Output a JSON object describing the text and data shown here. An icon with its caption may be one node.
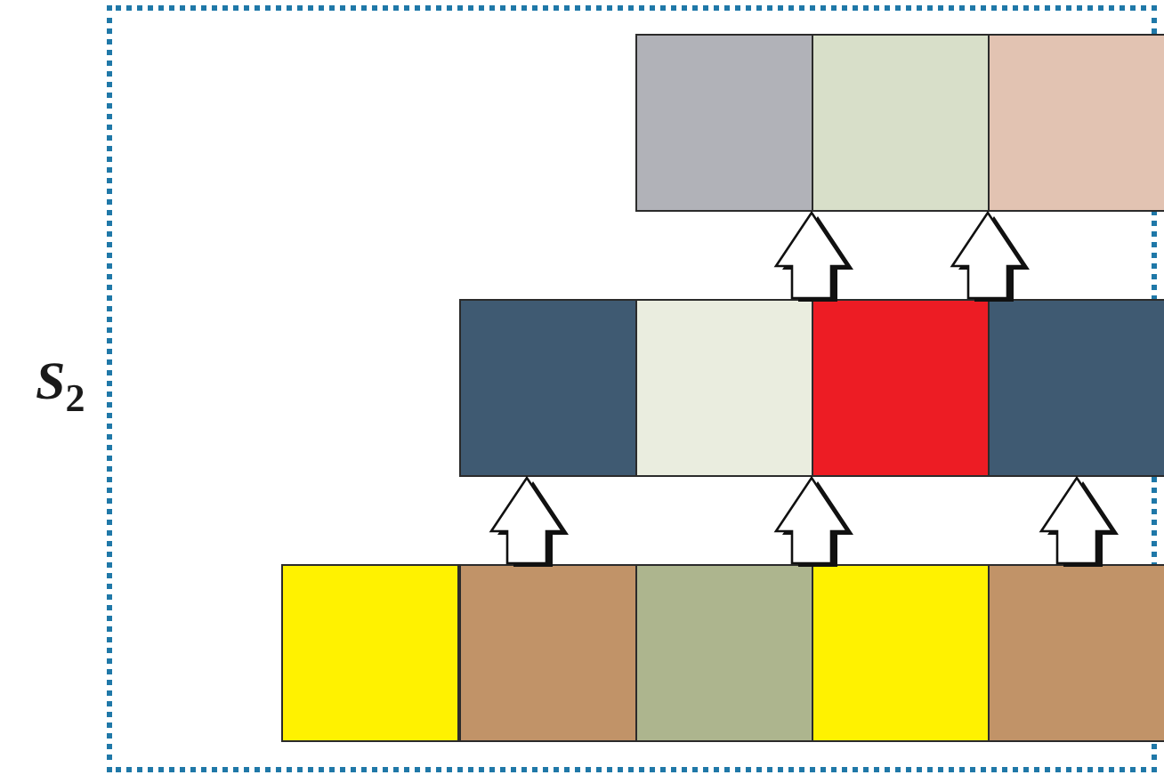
{
  "diagram": {
    "nodes": [
      {
        "text": [],
        "shape": "box"
      },
      {
        "text": [],
        "shape": "box"
      },
      {
        "text": [],
        "shape": "box"
      },
      {
        "text": [],
        "shape": "box"
      },
      {
        "text": [],
        "shape": "box"
      },
      {
        "text": [],
        "shape": "box"
      },
      {
        "text": [],
        "shape": "box"
      },
      {
        "text": [],
        "shape": "box"
      },
      {
        "text": [],
        "shape": "box"
      },
      {
        "text": [],
        "shape": "box"
      },
      {
        "text": [],
        "shape": "box"
      },
      {
        "text": [],
        "shape": "box"
      }
    ],
    "edges": [
      {
        "from": 8,
        "to": 3,
        "arrow": "to"
      },
      {
        "from": 10,
        "to": 5,
        "arrow": "to"
      },
      {
        "from": 11,
        "to": 6,
        "arrow": "to"
      },
      {
        "from": 5,
        "to": 1,
        "arrow": "to"
      },
      {
        "from": 6,
        "to": 2,
        "arrow": "to"
      }
    ],
    "labels": [
      "*S*$_{2}$"
    ]
  }
}
